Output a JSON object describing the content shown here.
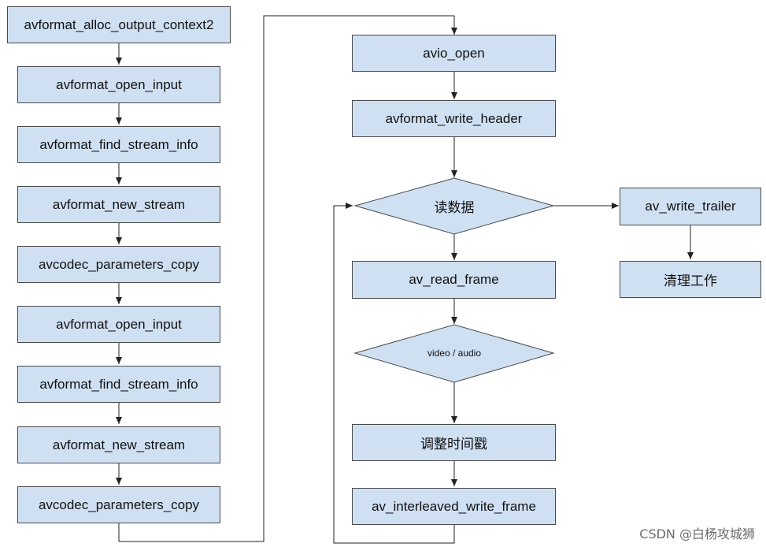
{
  "left_column": [
    "avformat_alloc_output_context2",
    "avformat_open_input",
    "avformat_find_stream_info",
    "avformat_new_stream",
    "avcodec_parameters_copy",
    "avformat_open_input",
    "avformat_find_stream_info",
    "avformat_new_stream",
    "avcodec_parameters_copy"
  ],
  "middle_column": {
    "avio_open": "avio_open",
    "write_header": "avformat_write_header",
    "read_decision": "读数据",
    "read_frame": "av_read_frame",
    "av_decision": "video / audio",
    "adjust_ts": "调整时间戳",
    "write_frame": "av_interleaved_write_frame"
  },
  "right_column": {
    "write_trailer": "av_write_trailer",
    "cleanup": "清理工作"
  },
  "watermark": "CSDN @白杨攻城狮"
}
